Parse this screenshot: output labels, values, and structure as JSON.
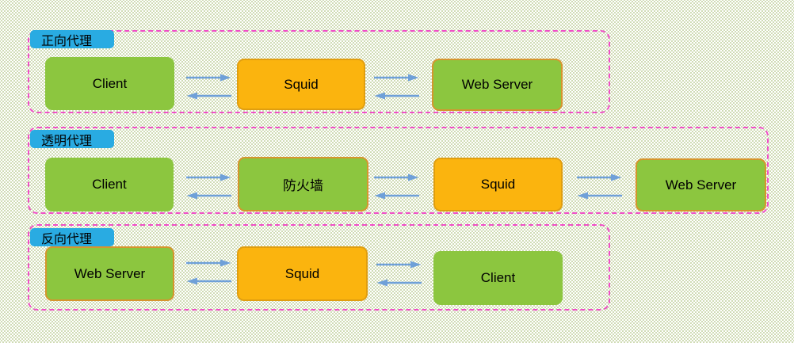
{
  "diagram": {
    "language": "zh-CN / en",
    "arrow_style": "bidirectional",
    "colors": {
      "background_dots": "#b7c98f",
      "group_border": "#f04fc7",
      "tab_fill": "#29abe2",
      "node_green_fill": "#8cc63f",
      "node_green_border_orange": "#d6952e",
      "node_orange_fill": "#fbb40e",
      "node_orange_border": "#e09e10",
      "arrow_blue": "#6fa0d8",
      "text": "#000000"
    }
  },
  "sections": [
    {
      "label": "正向代理",
      "flow": "Client → Squid → Web Server",
      "nodes": [
        {
          "label": "Client",
          "fill": "green",
          "border": "none"
        },
        {
          "label": "Squid",
          "fill": "orange",
          "border": "orange"
        },
        {
          "label": "Web Server",
          "fill": "green",
          "border": "orange"
        }
      ]
    },
    {
      "label": "透明代理",
      "flow": "Client → 防火墙 → Squid → Web Server",
      "nodes": [
        {
          "label": "Client",
          "fill": "green",
          "border": "none"
        },
        {
          "label": "防火墙",
          "fill": "green",
          "border": "orange"
        },
        {
          "label": "Squid",
          "fill": "orange",
          "border": "orange"
        },
        {
          "label": "Web Server",
          "fill": "green",
          "border": "orange"
        }
      ]
    },
    {
      "label": "反向代理",
      "flow": "Web Server → Squid → Client",
      "nodes": [
        {
          "label": "Web Server",
          "fill": "green",
          "border": "orange"
        },
        {
          "label": "Squid",
          "fill": "orange",
          "border": "orange"
        },
        {
          "label": "Client",
          "fill": "green",
          "border": "none"
        }
      ]
    }
  ]
}
